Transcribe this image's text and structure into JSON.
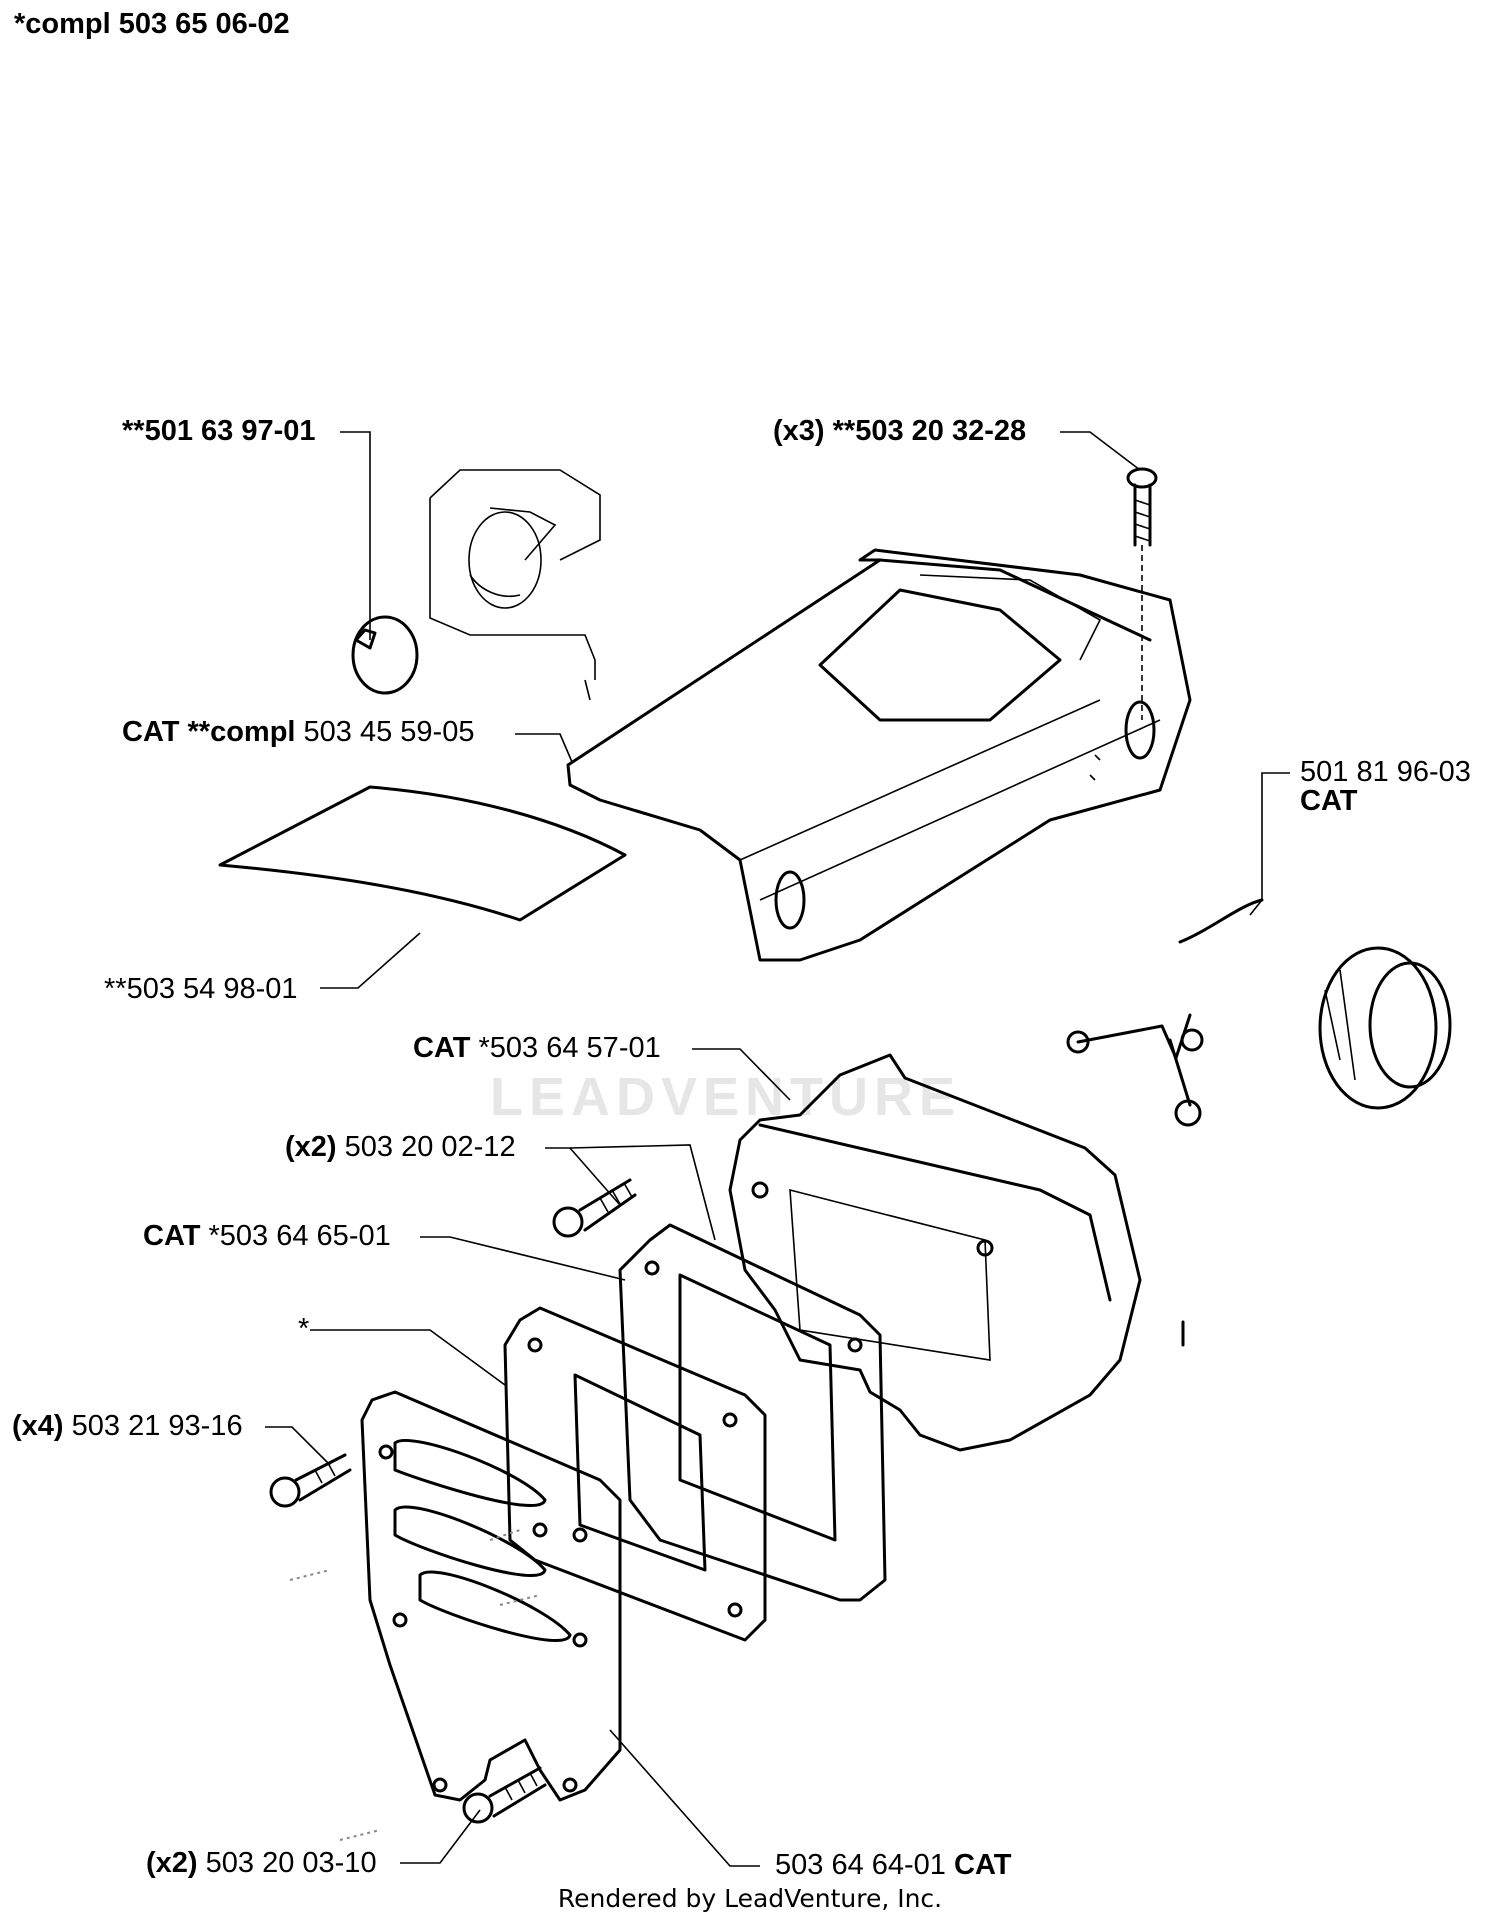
{
  "diagram": {
    "header": "*compl 503 65 06-02",
    "watermark": "LEADVENTURE",
    "footer": "Rendered by LeadVenture, Inc.",
    "callouts": {
      "oil_cap_part": {
        "prefix": "**501 63 97-01",
        "number": ""
      },
      "screw_cover": {
        "prefix": "(x3) **503 20 32-28",
        "number": ""
      },
      "cylinder_cover": {
        "prefix": "CAT **compl",
        "number": "503 45 59-05"
      },
      "filter_sheet": {
        "prefix": "",
        "number": "**503 54 98-01"
      },
      "fuel_cap": {
        "prefix": "",
        "number": "501 81 96-03",
        "suffix": "CAT"
      },
      "muffler_body": {
        "prefix": "CAT",
        "number": "*503 64 57-01"
      },
      "screw_x2_a": {
        "prefix": "(x2)",
        "number": "503 20 02-12"
      },
      "gasket": {
        "prefix": "CAT",
        "number": "*503 64 65-01"
      },
      "star_plate": {
        "prefix": "*",
        "number": ""
      },
      "screw_x4": {
        "prefix": "(x4)",
        "number": "503 21 93-16"
      },
      "screw_x2_b": {
        "prefix": "(x2)",
        "number": "503 20 03-10"
      },
      "muffler_cover": {
        "prefix": "",
        "number": "503 64 64-01",
        "suffix": "CAT"
      }
    }
  }
}
